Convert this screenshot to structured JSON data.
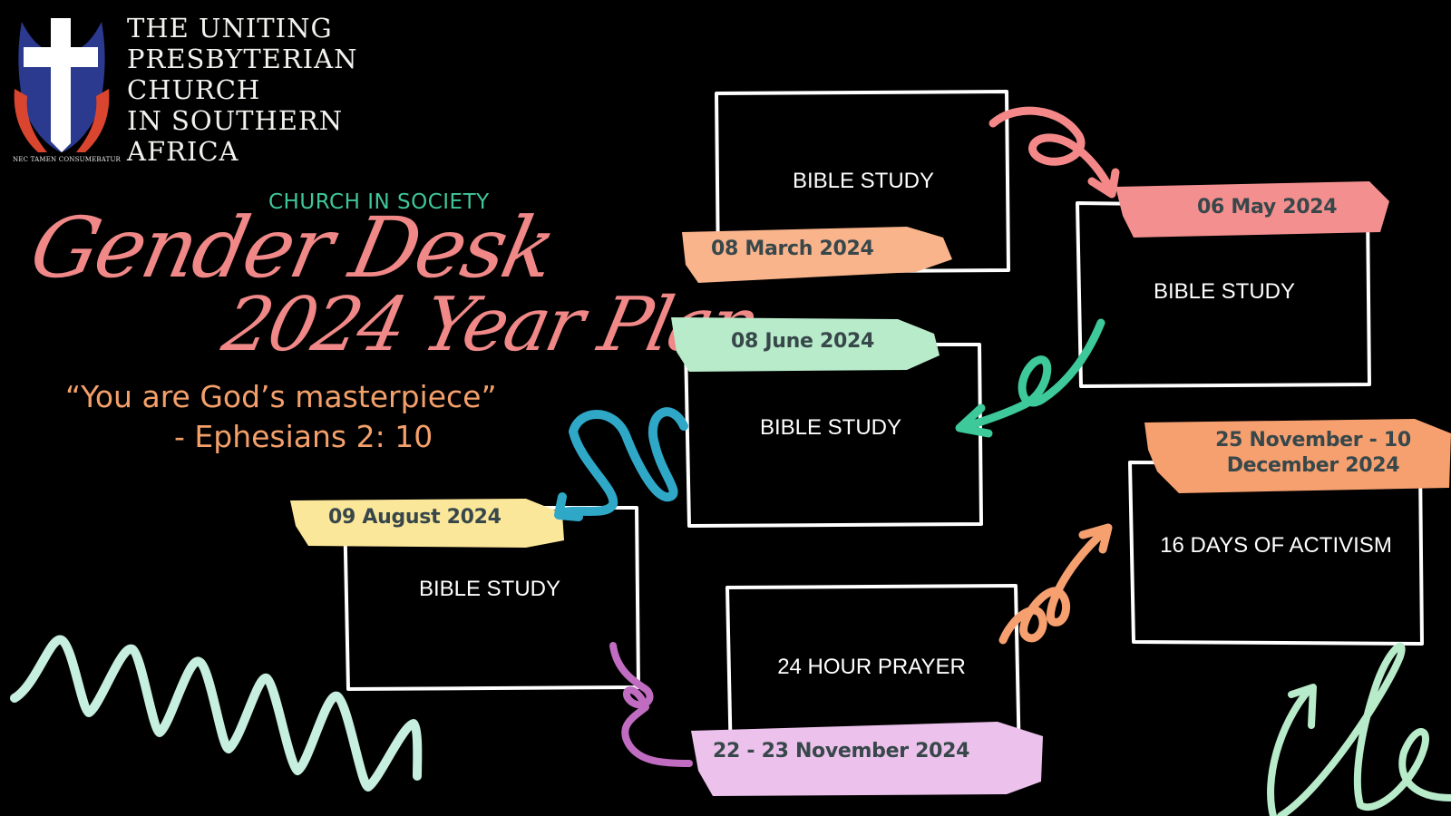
{
  "organization": {
    "name_lines": [
      "THE UNITING",
      "PRESBYTERIAN",
      "CHURCH",
      "IN SOUTHERN",
      "AFRICA"
    ],
    "motto": "NEC TAMEN CONSUMEBATUR",
    "logo_icon": "cross-flame-shield-icon"
  },
  "header": {
    "subtitle": "CHURCH IN SOCIETY",
    "title_line1": "Gender Desk",
    "title_line2": "2024 Year Plan",
    "quote": "“You are God’s masterpiece”",
    "verse": "- Ephesians 2: 10"
  },
  "colors": {
    "background": "#000000",
    "title_pink": "#f08888",
    "subtitle_green": "#3fc79b",
    "quote_orange": "#f4a06a",
    "date_text": "#37474a"
  },
  "events": [
    {
      "label": "BIBLE STUDY",
      "date": "08 March 2024",
      "date_color": "#f9b48c"
    },
    {
      "label": "BIBLE STUDY",
      "date": "06 May 2024",
      "date_color": "#f48f8f"
    },
    {
      "label": "BIBLE STUDY",
      "date": "08 June 2024",
      "date_color": "#b8ebca"
    },
    {
      "label": "BIBLE STUDY",
      "date": "09 August 2024",
      "date_color": "#fbe79a"
    },
    {
      "label": "24 HOUR PRAYER",
      "date": "22 - 23 November 2024",
      "date_color": "#ecc2ec"
    },
    {
      "label": "16 DAYS OF ACTIVISM",
      "date_lines": [
        "25 November - 10",
        "December 2024"
      ],
      "date_color": "#f6a070"
    }
  ],
  "decorations": [
    {
      "name": "pink-loop-arrow-icon",
      "color": "#f48888"
    },
    {
      "name": "green-loop-arrow-icon",
      "color": "#3dc99a"
    },
    {
      "name": "blue-squiggle-arrow-icon",
      "color": "#2fa8c8"
    },
    {
      "name": "purple-curl-icon",
      "color": "#c06cc0"
    },
    {
      "name": "orange-loop-arrow-icon",
      "color": "#f6a070"
    },
    {
      "name": "mint-zigzag-icon",
      "color": "#c6efdf"
    },
    {
      "name": "mint-cursive-arrow-icon",
      "color": "#b8ebca"
    }
  ]
}
